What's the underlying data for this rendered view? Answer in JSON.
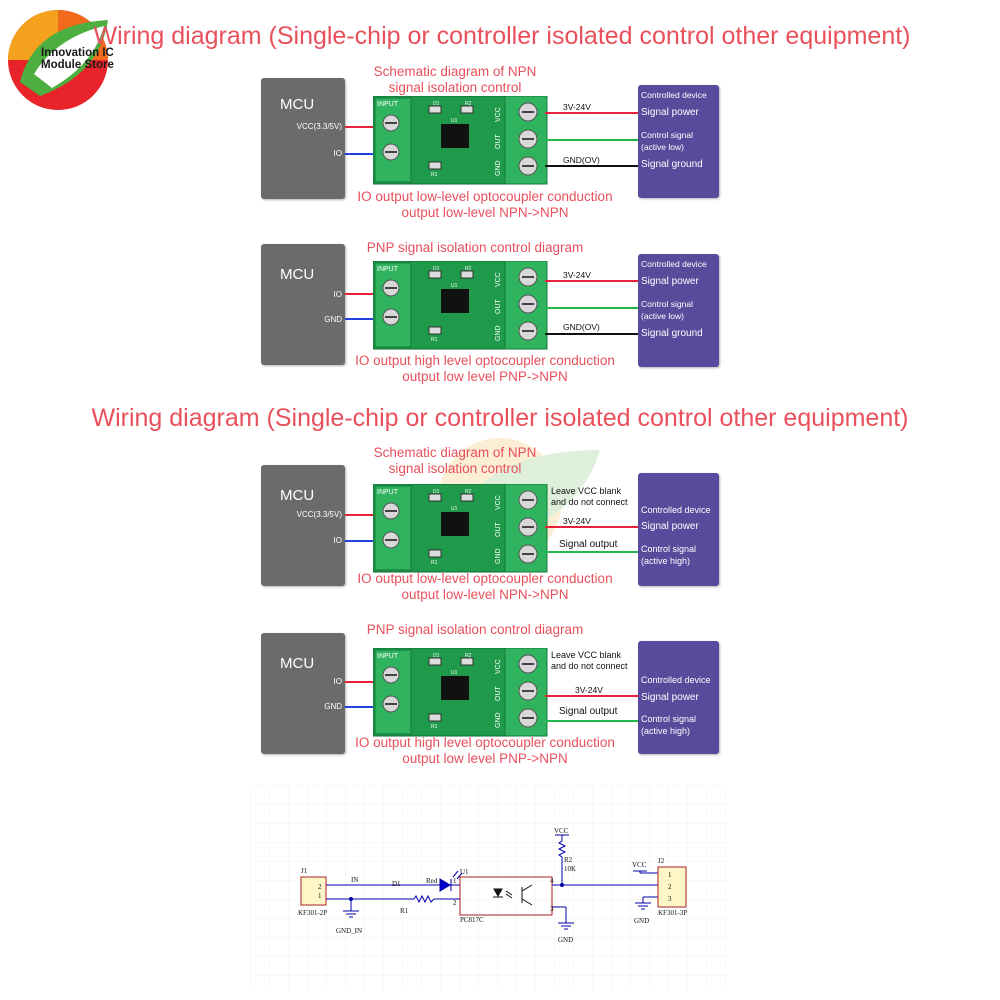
{
  "logo": {
    "line1": "Innovation IC",
    "line2": "Module Store"
  },
  "section1": {
    "heading": "Wiring diagram (Single-chip or controller isolated control other equipment)",
    "npn": {
      "caption_top": "Schematic diagram of NPN",
      "caption_top2": "signal isolation control",
      "caption_bottom": "IO output low-level optocoupler conduction",
      "caption_bottom2": "output low-level NPN->NPN",
      "mcu_title": "MCU",
      "pin1": "VCC(3.3/5V)",
      "pin2": "IO",
      "wire_vcc": "3V-24V",
      "wire_gnd": "GND(OV)",
      "device_title": "Controlled device",
      "device_power": "Signal power",
      "device_control": "Control signal",
      "device_control2": "(active low)",
      "device_ground": "Signal ground"
    },
    "pnp": {
      "caption_top": "PNP signal isolation control diagram",
      "caption_bottom": "IO output high level optocoupler conduction",
      "caption_bottom2": "output low level PNP->NPN",
      "mcu_title": "MCU",
      "pin1": "IO",
      "pin2": "GND",
      "wire_vcc": "3V-24V",
      "wire_gnd": "GND(OV)",
      "device_title": "Controlled device",
      "device_power": "Signal power",
      "device_control": "Control signal",
      "device_control2": "(active low)",
      "device_ground": "Signal ground"
    }
  },
  "section2": {
    "heading": "Wiring diagram (Single-chip or controller isolated control other equipment)",
    "npn": {
      "caption_top": "Schematic diagram of NPN",
      "caption_top2": "signal isolation control",
      "caption_bottom": "IO output low-level optocoupler conduction",
      "caption_bottom2": "output low-level NPN->NPN",
      "mcu_title": "MCU",
      "pin1": "VCC(3.3/5V)",
      "pin2": "IO",
      "note1": "Leave VCC blank",
      "note2": "and do not connect",
      "wire_vcc": "3V-24V",
      "wire_signal": "Signal output",
      "device_title": "Controlled device",
      "device_power": "Signal power",
      "device_control": "Control signal",
      "device_control2": "(active high)"
    },
    "pnp": {
      "caption_top": "PNP signal isolation control diagram",
      "caption_bottom": "IO output high level optocoupler conduction",
      "caption_bottom2": "output low level PNP->NPN",
      "mcu_title": "MCU",
      "pin1": "IO",
      "pin2": "GND",
      "note1": "Leave VCC blank",
      "note2": "and do not connect",
      "wire_vcc": "3V-24V",
      "wire_signal": "Signal output",
      "device_title": "Controlled device",
      "device_power": "Signal power",
      "device_control": "Control signal",
      "device_control2": "(active high)"
    }
  },
  "board": {
    "input": "INPUT",
    "vcc": "VCC",
    "out": "OUT",
    "gnd": "GND",
    "d1": "D1",
    "r2": "R2",
    "u1": "U1",
    "r1": "R1"
  },
  "schematic": {
    "j1": "J1",
    "j1_part": "KF301-2P",
    "j1_pin2": "2",
    "j1_pin1": "1",
    "in": "IN",
    "gnd_in": "GND_IN",
    "d1": "D1",
    "d1_color": "Red",
    "r1": "R1",
    "u1": "U1",
    "u1_part": "PC817C",
    "u1_pin1": "1",
    "u1_pin2": "2",
    "u1_pin3": "3",
    "u1_pin4": "4",
    "vcc_top": "VCC",
    "r2": "R2",
    "r2_value": "10K",
    "gnd": "GND",
    "vcc_right": "VCC",
    "gnd_right": "GND",
    "j2": "J2",
    "j2_part": "KF301-3P",
    "j2_pin1": "1",
    "j2_pin2": "2",
    "j2_pin3": "3"
  },
  "colors": {
    "heading": "#e8505b",
    "mcu": "#6b6b6b",
    "device": "#5a4a9b",
    "board": "#1e9a4a",
    "wire_red": "#e8203a",
    "wire_blue": "#2040e0",
    "wire_green": "#22b84a",
    "wire_black": "#111111"
  }
}
